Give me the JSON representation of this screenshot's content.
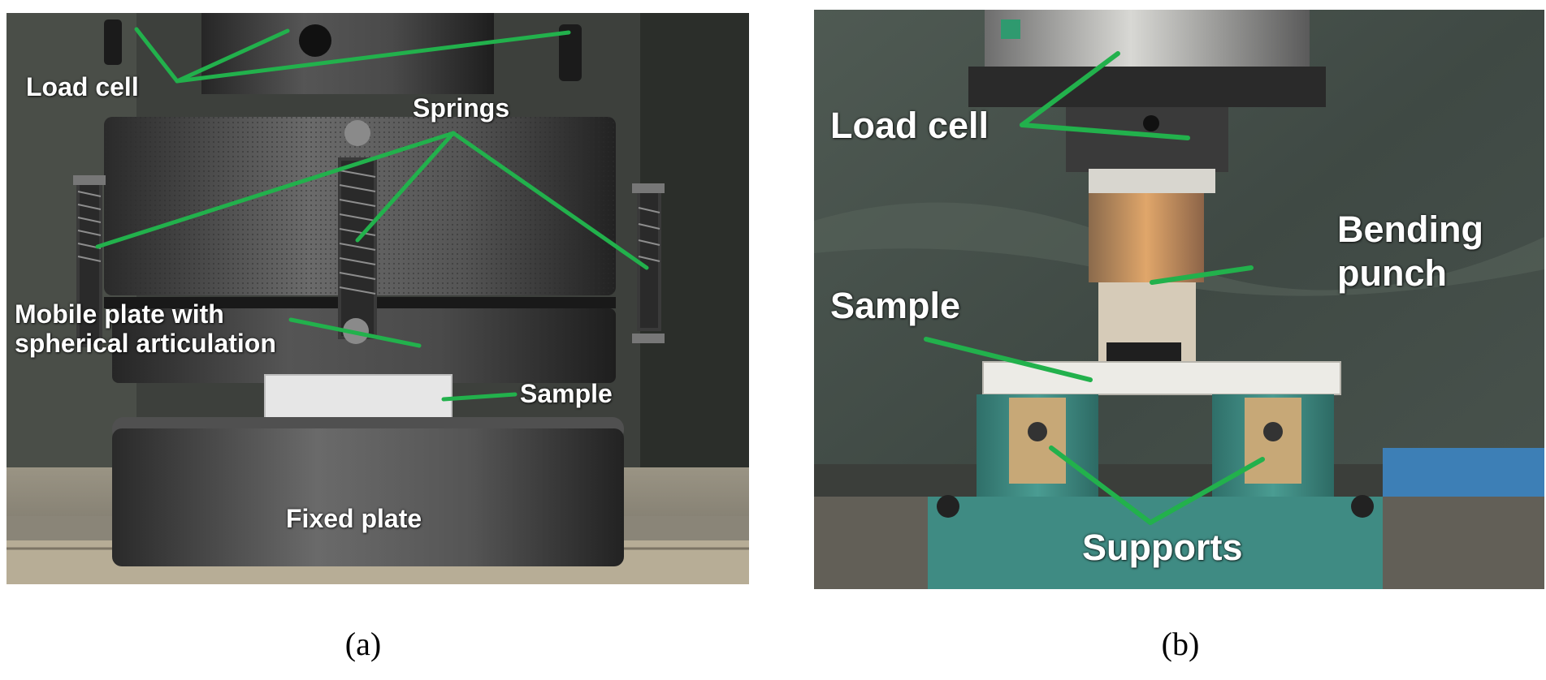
{
  "panel_a": {
    "labels": {
      "load_cell": "Load cell",
      "springs": "Springs",
      "mobile_plate_line1": "Mobile plate with",
      "mobile_plate_line2": "spherical articulation",
      "sample": "Sample",
      "fixed_plate": "Fixed plate"
    },
    "caption": "(a)"
  },
  "panel_b": {
    "labels": {
      "load_cell": "Load cell",
      "bending_line1": "Bending",
      "bending_line2": "punch",
      "sample": "Sample",
      "supports": "Supports"
    },
    "caption": "(b)"
  },
  "colors": {
    "annotation_line": "#22b14c",
    "label_text": "#ffffff",
    "support_teal": "#3f8f86",
    "punch_orange": "#c98a52"
  }
}
